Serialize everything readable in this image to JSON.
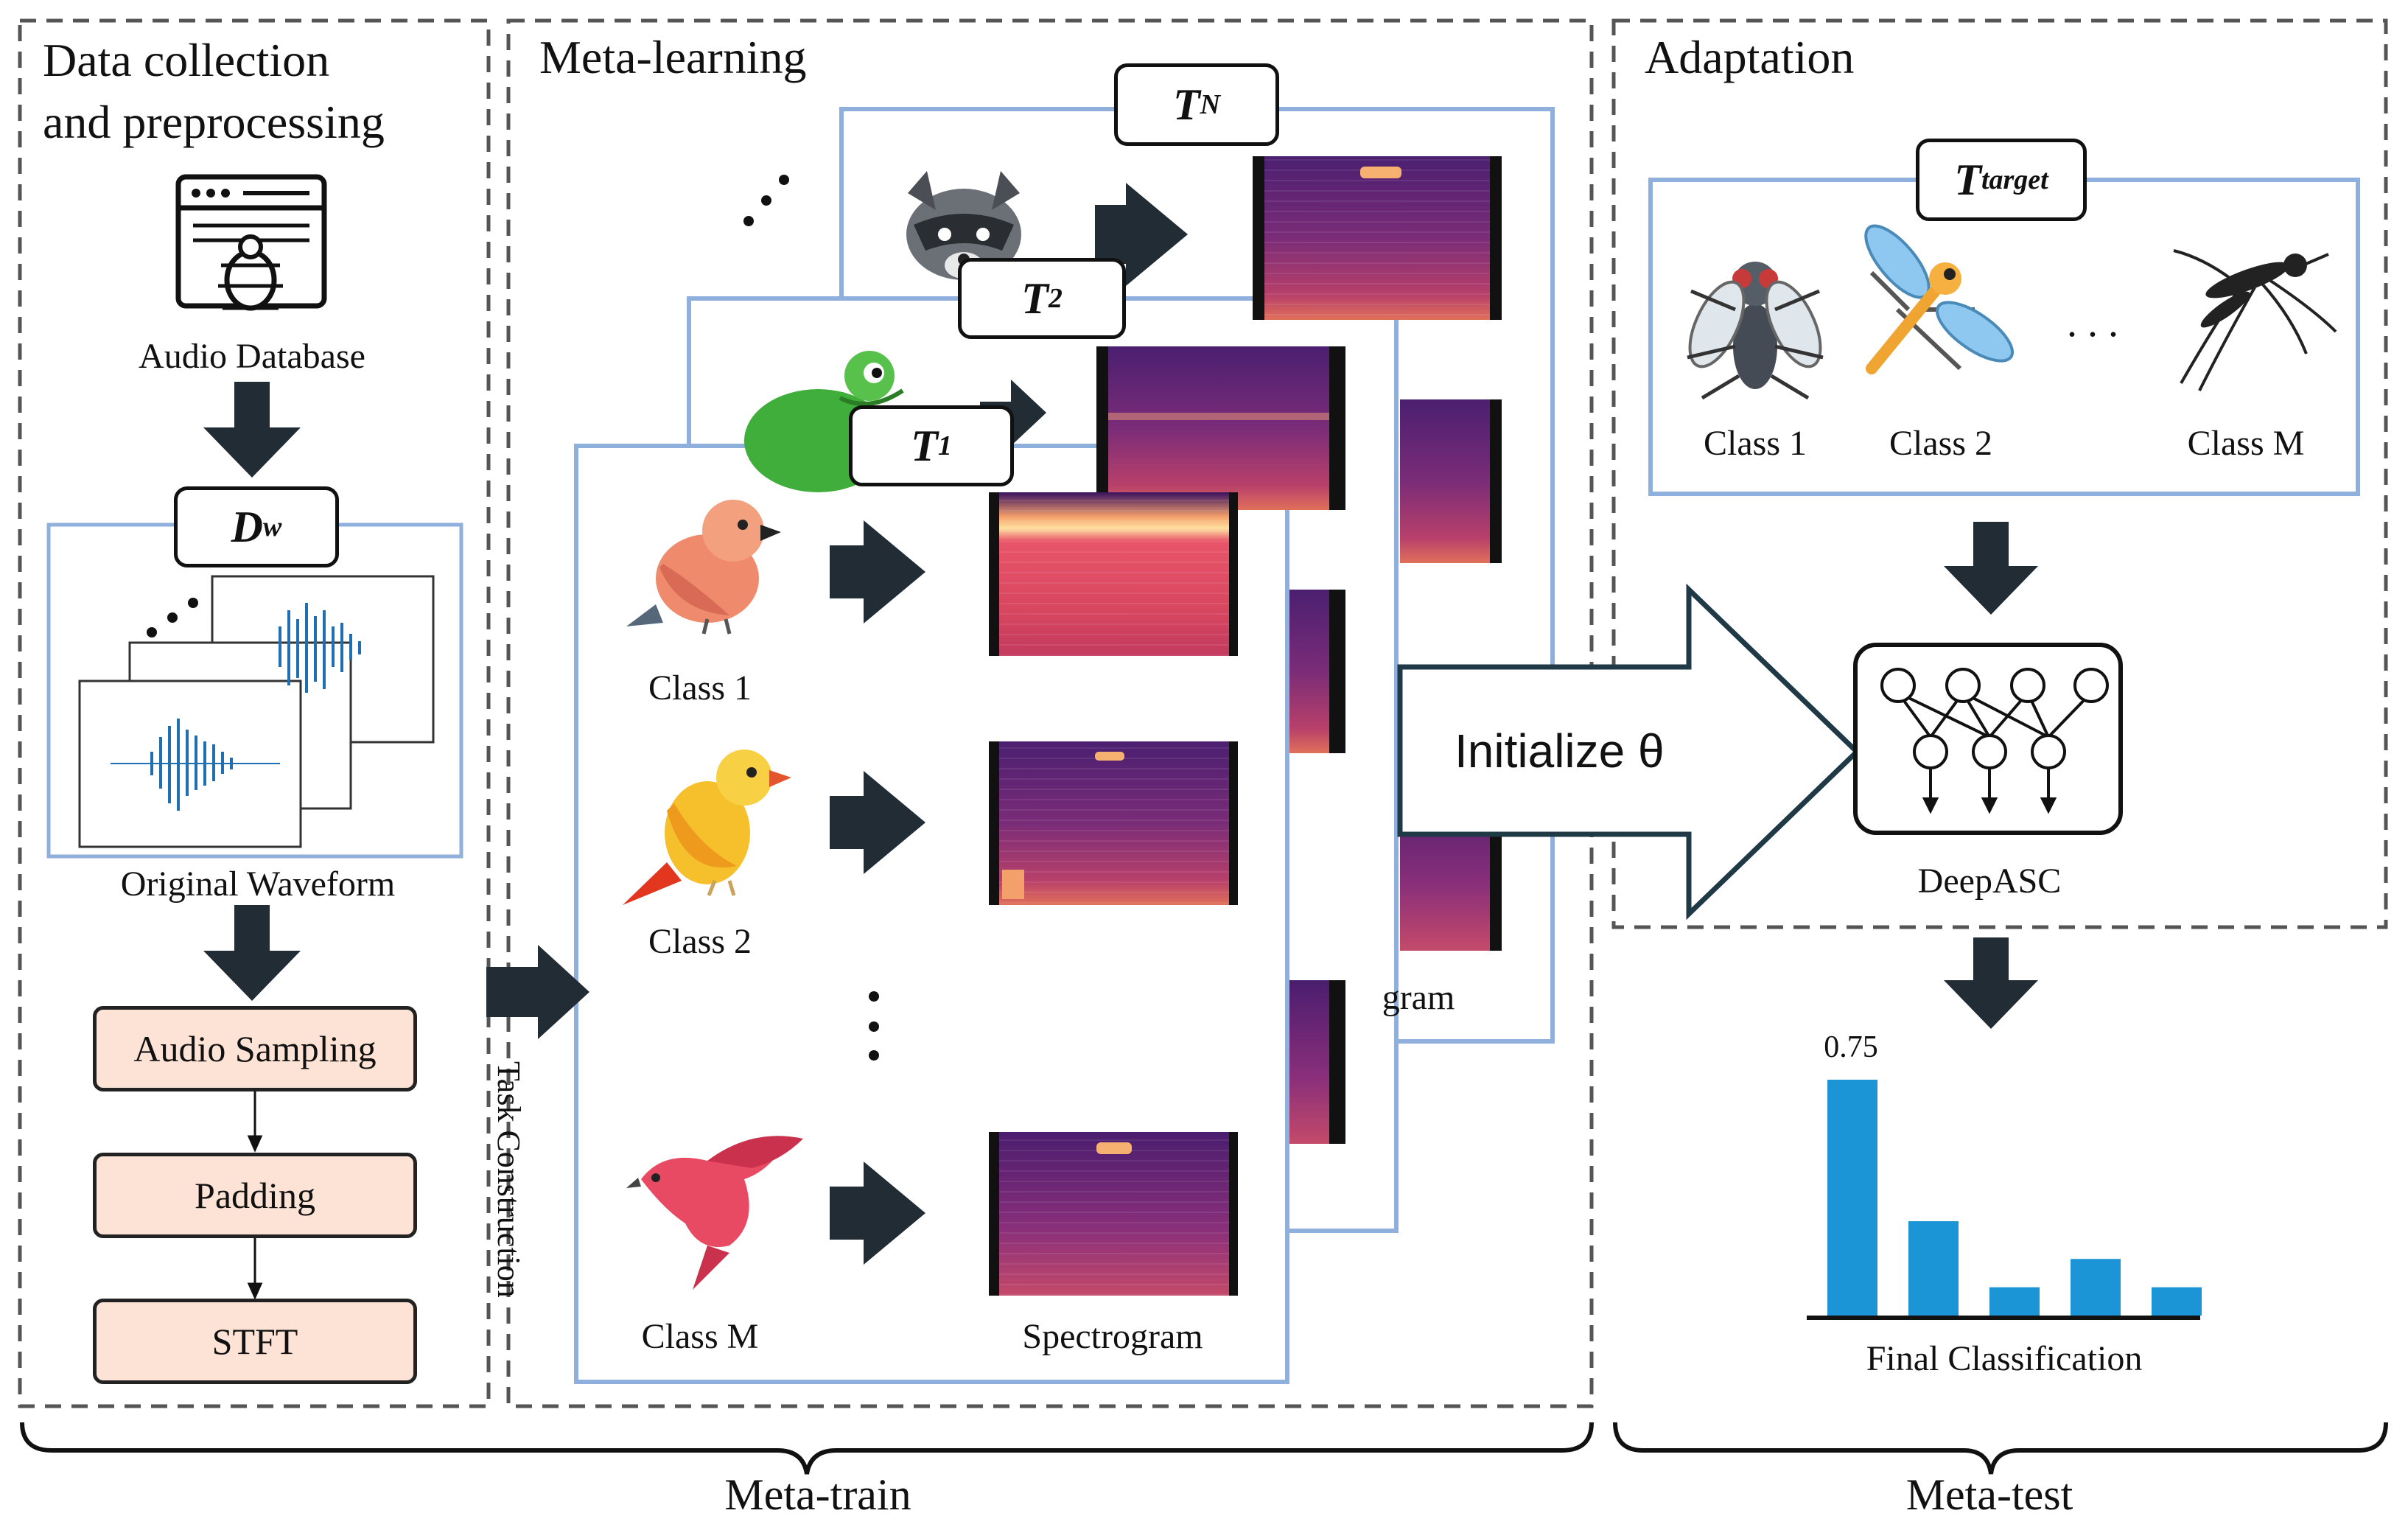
{
  "sections": {
    "preprocessing_title_line1": "Data collection",
    "preprocessing_title_line2": "and preprocessing",
    "meta_learning_title": "Meta-learning",
    "adaptation_title": "Adaptation"
  },
  "preprocessing": {
    "audio_database_label": "Audio Database",
    "dataset_symbol": "D",
    "dataset_subscript": "w",
    "waveform_label": "Original Waveform",
    "steps": [
      "Audio Sampling",
      "Padding",
      "STFT"
    ]
  },
  "meta_learning": {
    "tasks": [
      {
        "symbol": "T",
        "subscript": "1"
      },
      {
        "symbol": "T",
        "subscript": "2"
      },
      {
        "symbol": "T",
        "subscript": "N"
      }
    ],
    "class_labels": [
      "Class 1",
      "Class 2",
      "Class M"
    ],
    "spectrogram_label": "Spectrogram",
    "partial_spectrogram_label": "gram",
    "task_construction_label": "Task Construction",
    "initialize_label": "Initialize θ"
  },
  "adaptation": {
    "target_task": {
      "symbol": "T",
      "subscript": "target"
    },
    "class_labels": [
      "Class 1",
      "Class 2",
      "Class M"
    ],
    "ellipsis": ". . .",
    "model_label": "DeepASC"
  },
  "meta_test": {
    "top_value_label": "0.75",
    "classification_label": "Final Classification",
    "chart_data": {
      "type": "bar",
      "values": [
        0.75,
        0.3,
        0.09,
        0.18,
        0.09
      ],
      "annotations": [
        "0.75"
      ],
      "xlabel": "Final Classification",
      "color": "#1c95d6"
    }
  },
  "brackets": {
    "meta_train_label": "Meta-train",
    "meta_test_label": "Meta-test"
  },
  "colors": {
    "box_border": "#8fb0dc",
    "step_fill": "#fde3d6",
    "arrow": "#222c34",
    "bar": "#1c95d6",
    "waveform": "#1f6fb2"
  }
}
